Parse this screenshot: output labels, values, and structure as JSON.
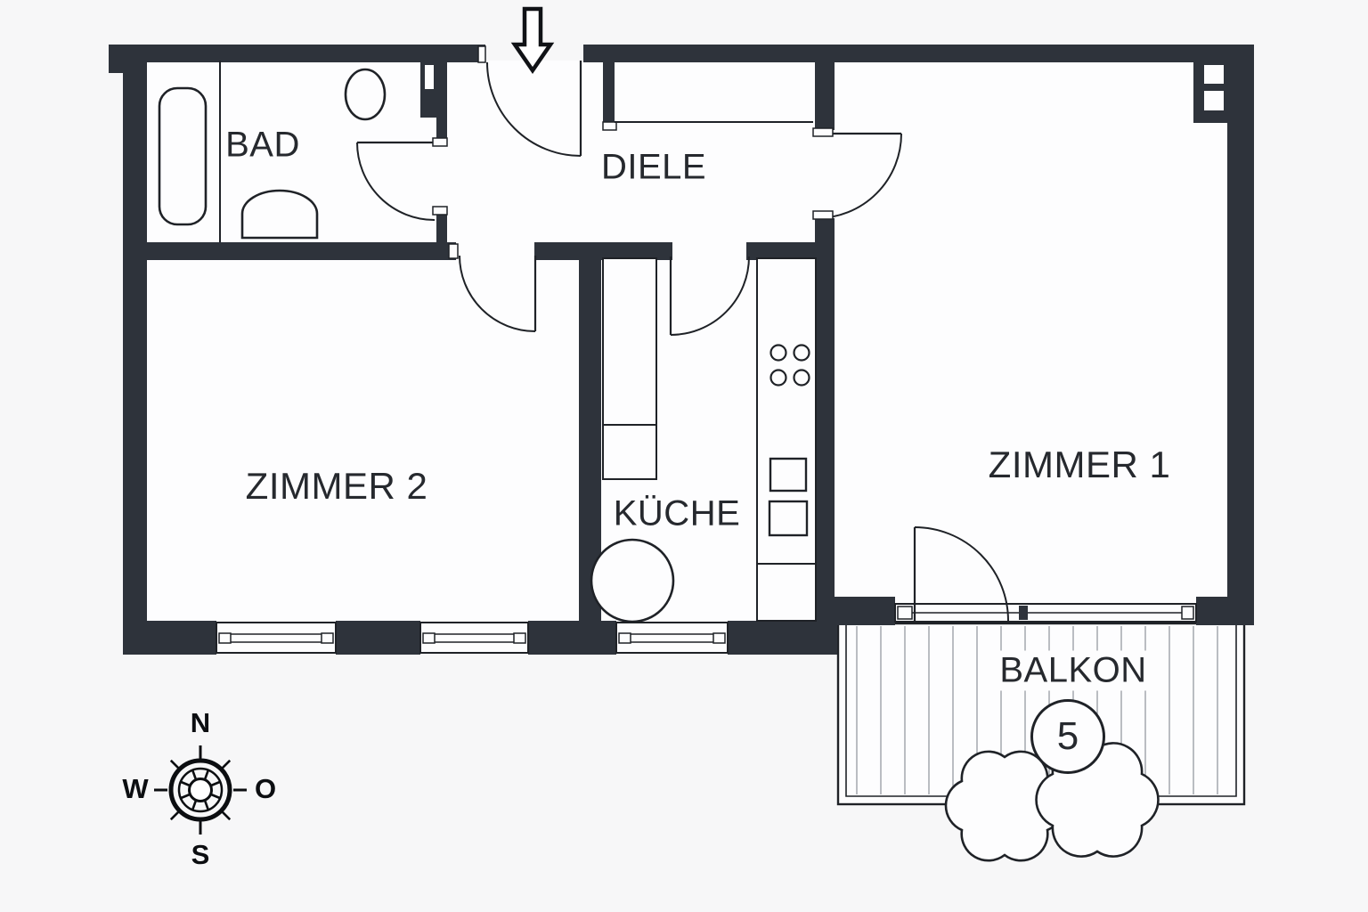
{
  "plan": {
    "type": "floor-plan",
    "rooms": {
      "bad": {
        "label": "BAD"
      },
      "diele": {
        "label": "DIELE"
      },
      "zimmer2": {
        "label": "ZIMMER 2"
      },
      "kueche": {
        "label": "KÜCHE"
      },
      "zimmer1": {
        "label": "ZIMMER 1"
      },
      "balkon": {
        "label": "BALKON",
        "number": "5"
      }
    },
    "compass": {
      "north": "N",
      "east": "O",
      "south": "S",
      "west": "W"
    },
    "icons": {
      "entrance": "down-arrow-icon",
      "compass": "compass-rose-icon"
    },
    "colors": {
      "wall": "#2e333b",
      "line": "#1f2227",
      "hatch": "#8d939a",
      "text": "#26292e",
      "bg": "#f7f7f8",
      "floor": "#fdfdfe"
    }
  }
}
